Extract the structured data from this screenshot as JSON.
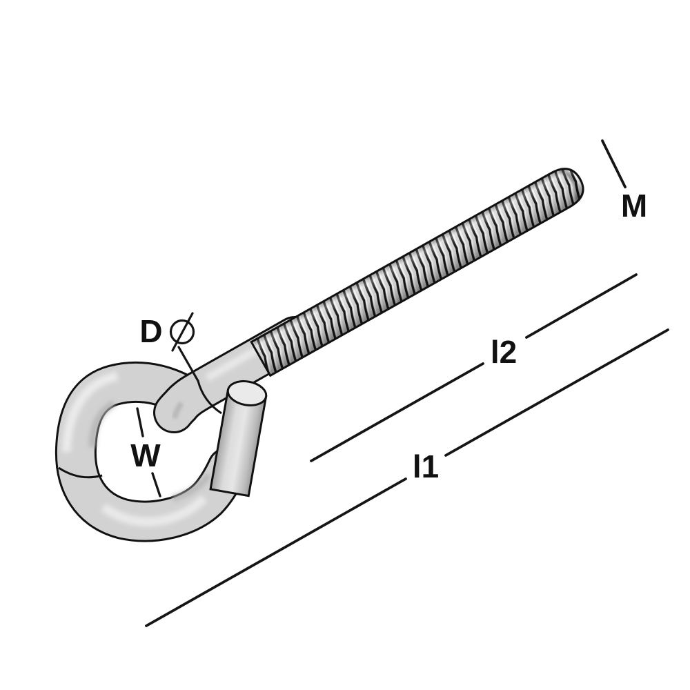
{
  "page": {
    "background": "#ffffff",
    "description": "Technical line drawing of a metric-thread hook / eye screw with dimension labels"
  },
  "drawing": {
    "part_name": "hook-screw-with-metric-thread",
    "style": {
      "outline_color": "#111111",
      "metal_fill": "#d2d2d2",
      "metal_highlight": "#ececec",
      "metal_shadow": "#aaaaaa",
      "end_face_fill": "#eaeaea",
      "thread_dark": "#161616",
      "thread_light": "#f2f2f2",
      "dimension_line_color": "#151515",
      "label_color": "#111111"
    },
    "dimensions": {
      "thread_size": {
        "label": "M",
        "meaning": "metric thread size"
      },
      "thread_length": {
        "label": "l2",
        "meaning": "threaded length"
      },
      "total_length": {
        "label": "l1",
        "meaning": "total length"
      },
      "shank_diameter": {
        "label": "D",
        "symbol": "∅",
        "meaning": "shank diameter"
      },
      "eye_inner_width": {
        "label": "W",
        "meaning": "inner width of eye"
      }
    }
  }
}
